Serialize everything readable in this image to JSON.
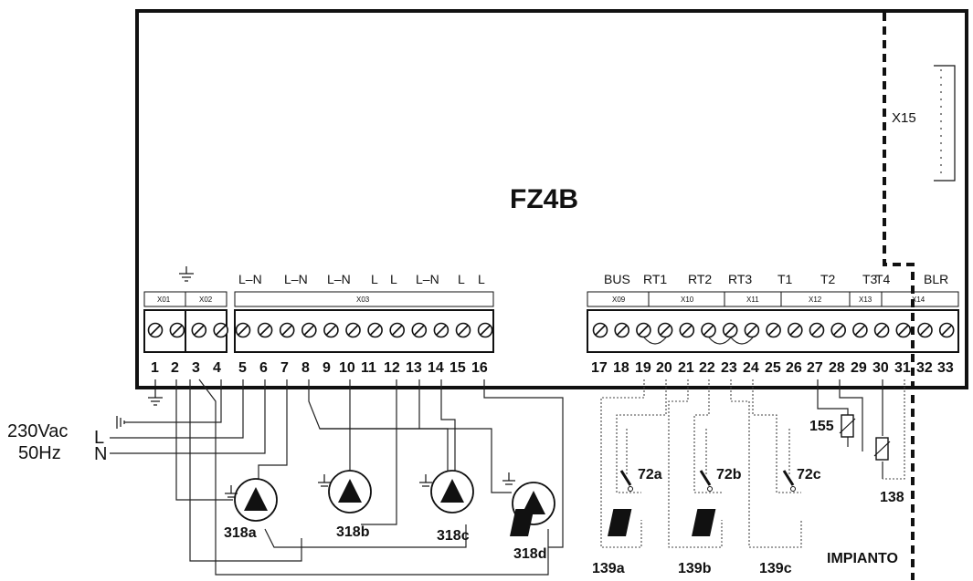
{
  "board": {
    "title": "FZ4B",
    "connector_x15": "X15"
  },
  "power": {
    "voltage": "230Vac",
    "frequency": "50Hz",
    "line": "L",
    "neutral": "N"
  },
  "left_block": {
    "top_labels": [
      "L–N",
      "L–N",
      "L–N",
      "L",
      "L",
      "L–N",
      "L",
      "L"
    ],
    "connectors": [
      "X01",
      "X02",
      "X03"
    ],
    "terminals": [
      "1",
      "2",
      "3",
      "4",
      "5",
      "6",
      "7",
      "8",
      "9",
      "10",
      "11",
      "12",
      "13",
      "14",
      "15",
      "16"
    ]
  },
  "right_block": {
    "top_labels": [
      "BUS",
      "RT1",
      "RT2",
      "RT3",
      "T1",
      "T2",
      "T3",
      "T4",
      "BLR"
    ],
    "connectors": [
      "X09",
      "X10",
      "X11",
      "X12",
      "X13",
      "X14"
    ],
    "terminals": [
      "17",
      "18",
      "19",
      "20",
      "21",
      "22",
      "23",
      "24",
      "25",
      "26",
      "27",
      "28",
      "29",
      "30",
      "31",
      "32",
      "33"
    ]
  },
  "components": {
    "pumps": [
      "318a",
      "318b",
      "318c",
      "318d"
    ],
    "thermostats": [
      "72a",
      "72b",
      "72c"
    ],
    "valves": [
      "139a",
      "139b",
      "139c"
    ],
    "sensor_155": "155",
    "sensor_138": "138",
    "system_label": "IMPIANTO"
  }
}
